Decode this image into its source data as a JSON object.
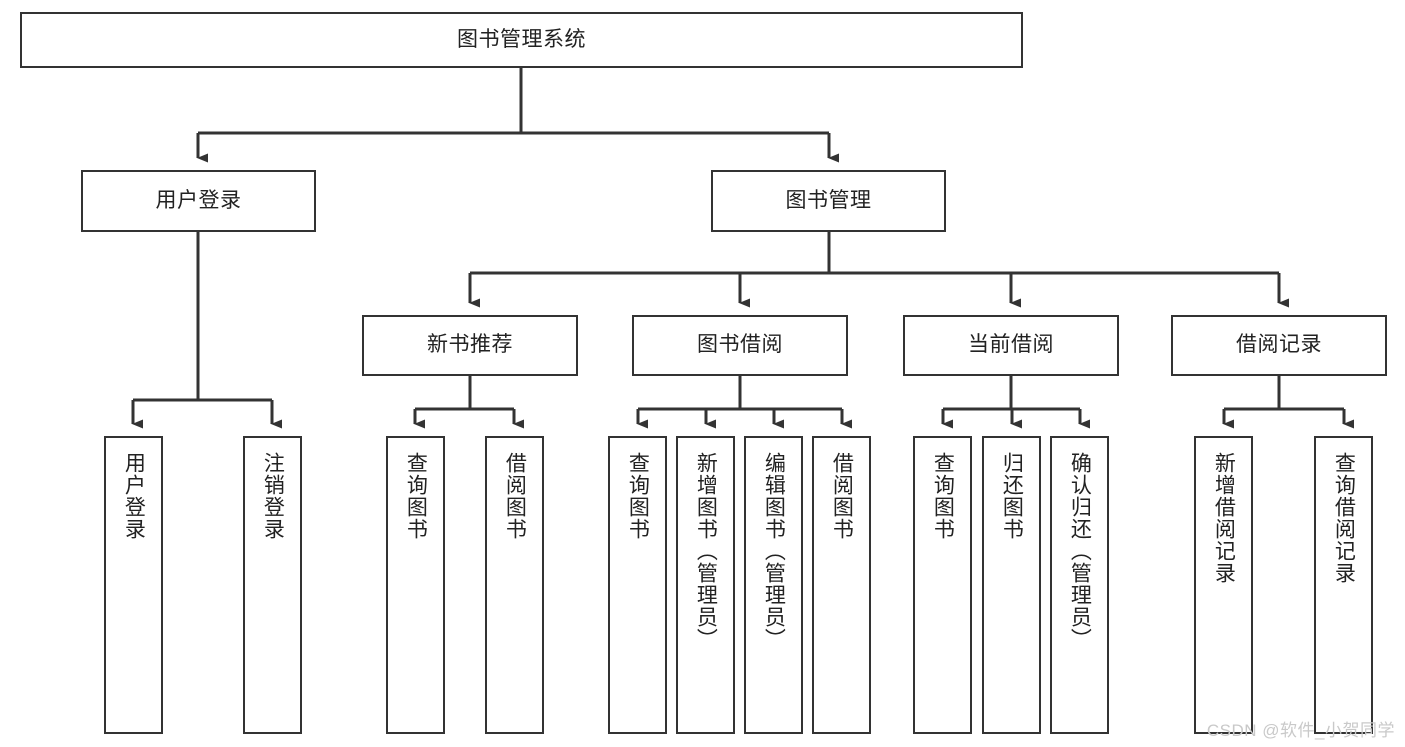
{
  "diagram": {
    "type": "tree-hierarchy",
    "title": "图书管理系统",
    "orientation": "top-down",
    "colors": {
      "box_border": "#333333",
      "box_fill": "#ffffff",
      "connector": "#333333",
      "text": "#222222",
      "watermark": "#c9c9c9"
    },
    "root": {
      "id": "root",
      "label": "图书管理系统"
    },
    "level2": [
      {
        "id": "user-login",
        "label": "用户登录"
      },
      {
        "id": "book-manage",
        "label": "图书管理"
      }
    ],
    "level3": [
      {
        "id": "new-book-recommend",
        "label": "新书推荐",
        "parent": "book-manage"
      },
      {
        "id": "book-borrow",
        "label": "图书借阅",
        "parent": "book-manage"
      },
      {
        "id": "current-borrow",
        "label": "当前借阅",
        "parent": "book-manage"
      },
      {
        "id": "borrow-record",
        "label": "借阅记录",
        "parent": "book-manage"
      }
    ],
    "leaves": {
      "user-login": [
        {
          "id": "leaf-user-login",
          "label": "用户登录"
        },
        {
          "id": "leaf-logout",
          "label": "注销登录"
        }
      ],
      "new-book-recommend": [
        {
          "id": "leaf-query-book-1",
          "label": "查询图书"
        },
        {
          "id": "leaf-borrow-book-1",
          "label": "借阅图书"
        }
      ],
      "book-borrow": [
        {
          "id": "leaf-query-book-2",
          "label": "查询图书"
        },
        {
          "id": "leaf-add-book",
          "label": "新增图书（管理员）"
        },
        {
          "id": "leaf-edit-book",
          "label": "编辑图书（管理员）"
        },
        {
          "id": "leaf-borrow-book-2",
          "label": "借阅图书"
        }
      ],
      "current-borrow": [
        {
          "id": "leaf-query-book-3",
          "label": "查询图书"
        },
        {
          "id": "leaf-return-book",
          "label": "归还图书"
        },
        {
          "id": "leaf-confirm-return",
          "label": "确认归还（管理员）"
        }
      ],
      "borrow-record": [
        {
          "id": "leaf-add-record",
          "label": "新增借阅记录"
        },
        {
          "id": "leaf-query-record",
          "label": "查询借阅记录"
        }
      ]
    }
  },
  "watermark": {
    "text": "CSDN @软件_小贺同学"
  }
}
